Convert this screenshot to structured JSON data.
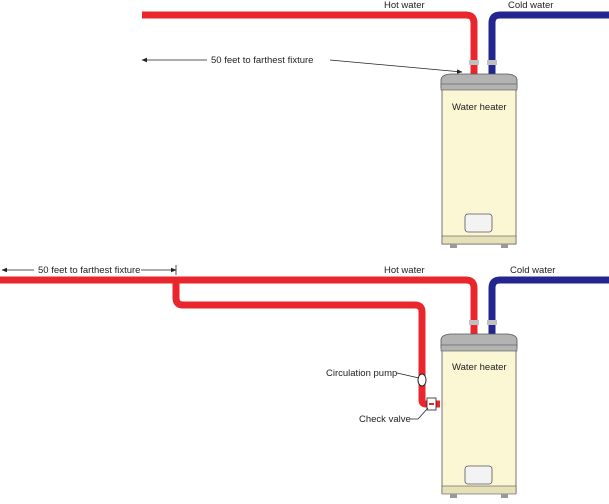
{
  "colors": {
    "hot_pipe": "#e8262c",
    "cold_pipe": "#23268f",
    "tank_body": "#fbf6d3",
    "tank_cap": "#b3b3b3",
    "fitting": "#c0c0c0"
  },
  "top": {
    "hot_label": "Hot water",
    "cold_label": "Cold water",
    "distance_label": "50 feet to farthest fixture",
    "heater_label": "Water heater"
  },
  "bottom": {
    "hot_label": "Hot water",
    "cold_label": "Cold water",
    "distance_label": "50 feet to farthest fixture",
    "heater_label": "Water heater",
    "pump_label": "Circulation pump",
    "valve_label": "Check valve"
  }
}
